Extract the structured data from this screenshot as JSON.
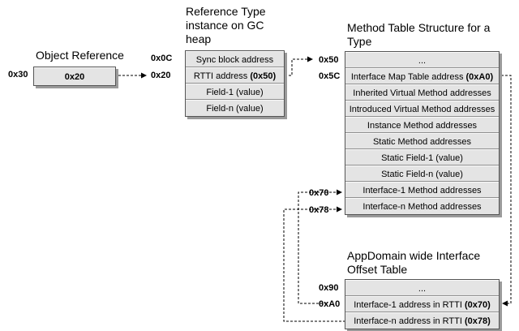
{
  "object_ref": {
    "title": "Object Reference",
    "addr_left": "0x30",
    "value": "0x20"
  },
  "ref_type": {
    "title_line1": "Reference Type",
    "title_line2": "instance on GC",
    "title_line3": "heap",
    "addr_top": "0x0C",
    "addr_arrow": "0x20",
    "rows": [
      {
        "text": "Sync block address",
        "bold": ""
      },
      {
        "text": "RTTI address ",
        "bold": "(0x50)"
      },
      {
        "text": "Field-1 (value)",
        "bold": ""
      },
      {
        "text": "Field-n (value)",
        "bold": ""
      }
    ]
  },
  "method_table": {
    "title_line1": "Method Table Structure for a",
    "title_line2": "Type",
    "addr_50": "0x50",
    "addr_5c": "0x5C",
    "addr_70": "0x70",
    "addr_78": "0x78",
    "rows": [
      {
        "text": "...",
        "bold": ""
      },
      {
        "text": "Interface Map Table address ",
        "bold": "(0xA0)"
      },
      {
        "text": "Inherited Virtual Method addresses",
        "bold": ""
      },
      {
        "text": "Introduced Virtual Method addresses",
        "bold": ""
      },
      {
        "text": "Instance Method addresses",
        "bold": ""
      },
      {
        "text": "Static Method addresses",
        "bold": ""
      },
      {
        "text": "Static Field-1 (value)",
        "bold": ""
      },
      {
        "text": "Static Field-n (value)",
        "bold": ""
      },
      {
        "text": "Interface-1 Method addresses",
        "bold": ""
      },
      {
        "text": "Interface-n Method addresses",
        "bold": ""
      }
    ]
  },
  "interface_table": {
    "title_line1": "AppDomain wide Interface",
    "title_line2": "Offset Table",
    "addr_90": "0x90",
    "addr_a0": "0xA0",
    "rows": [
      {
        "text": "...",
        "bold": ""
      },
      {
        "text": "Interface-1 address in RTTI ",
        "bold": "(0x70)"
      },
      {
        "text": "Interface-n address in RTTI ",
        "bold": "(0x78)"
      }
    ]
  }
}
